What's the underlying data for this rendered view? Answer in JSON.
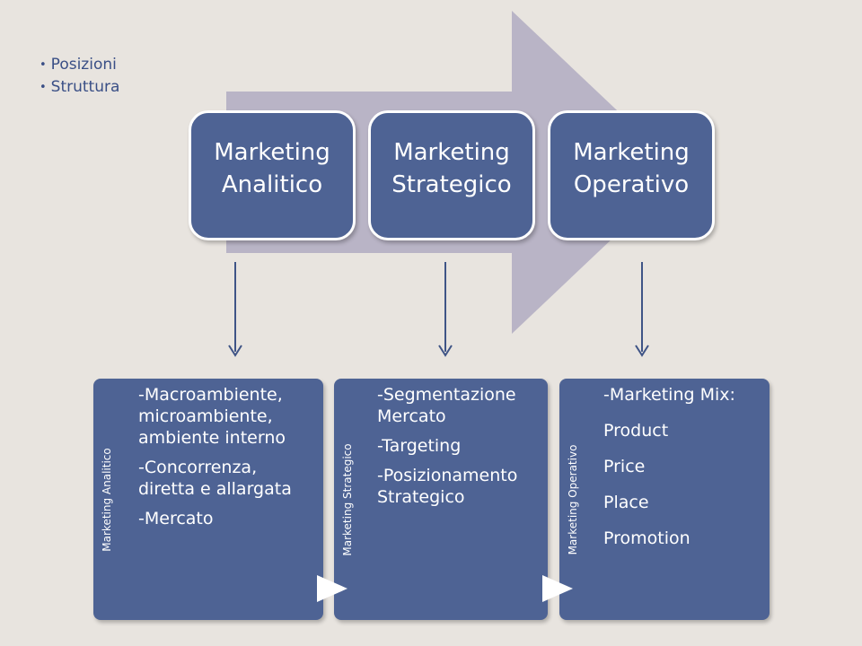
{
  "bullets": [
    "Posizioni",
    "Struttura"
  ],
  "top_boxes": [
    {
      "line1": "Marketing",
      "line2": "Analitico"
    },
    {
      "line1": "Marketing",
      "line2": "Strategico"
    },
    {
      "line1": "Marketing",
      "line2": "Operativo"
    }
  ],
  "details": [
    {
      "label": "Marketing Analitico",
      "items": [
        "-Macroambiente, microambiente, ambiente interno",
        "-Concorrenza, diretta e allargata",
        "-Mercato"
      ]
    },
    {
      "label": "Marketing Strategico",
      "items": [
        "-Segmentazione Mercato",
        "-Targeting",
        "-Posizionamento Strategico"
      ]
    },
    {
      "label": "Marketing Operativo",
      "items": [
        "-Marketing Mix:",
        "Product",
        "Price",
        "Place",
        "Promotion"
      ]
    }
  ],
  "colors": {
    "background": "#e8e4df",
    "box": "#4e6394",
    "big_arrow": "#b9b4c6",
    "connector": "#3f5486",
    "bullet_text": "#3a4f86"
  }
}
